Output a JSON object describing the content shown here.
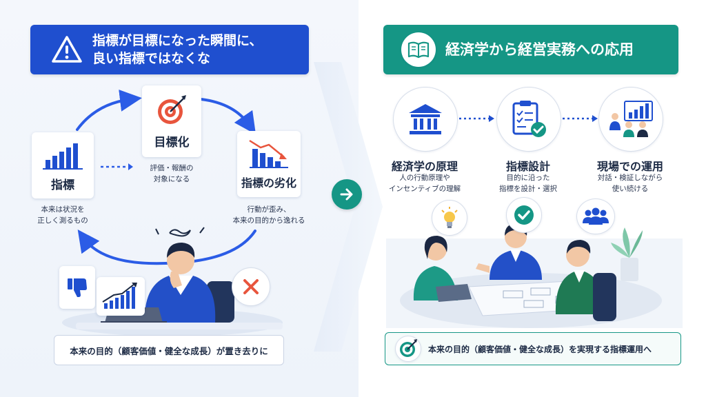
{
  "left": {
    "banner_line1": "指標が目標になった瞬間に、",
    "banner_line2": "良い指標ではなくな",
    "metric": {
      "title": "指標",
      "desc_line1": "本来は状況を",
      "desc_line2": "正しく測るもの"
    },
    "target": {
      "title": "目標化",
      "desc_line1": "評価・報酬の",
      "desc_line2": "対象になる"
    },
    "degrade": {
      "title": "指標の劣化",
      "desc_line1": "行動が歪み、",
      "desc_line2": "本来の目的から逸れる"
    },
    "bottom_text": "本来の目的（顧客価値・健全な成長）が置き去りに"
  },
  "right": {
    "banner_title": "経済学から経営実務への応用",
    "steps": [
      {
        "title": "経済学の原理",
        "desc_line1": "人の行動原理や",
        "desc_line2": "インセンティブの理解"
      },
      {
        "title": "指標設計",
        "desc_line1": "目的に沿った",
        "desc_line2": "指標を設計・選択"
      },
      {
        "title": "現場での運用",
        "desc_line1": "対話・検証しながら",
        "desc_line2": "使い続ける"
      }
    ],
    "bottom_text": "本来の目的（顧客価値・健全な成長）を実現する指標運用へ"
  },
  "icons": {
    "warning": "warning-icon",
    "book": "book-icon",
    "bar_chart": "bar-chart-icon",
    "target": "target-icon",
    "declining_chart": "declining-chart-icon",
    "thumbs_down": "thumbs-down-icon",
    "cross": "cross-icon",
    "arrow_right": "arrow-right-icon",
    "institution": "institution-icon",
    "checklist": "checklist-icon",
    "meeting": "meeting-icon",
    "lightbulb": "lightbulb-icon",
    "check": "check-icon",
    "group": "group-icon"
  },
  "colors": {
    "blue": "#1f4fcf",
    "teal": "#159685",
    "red": "#e8553d"
  }
}
